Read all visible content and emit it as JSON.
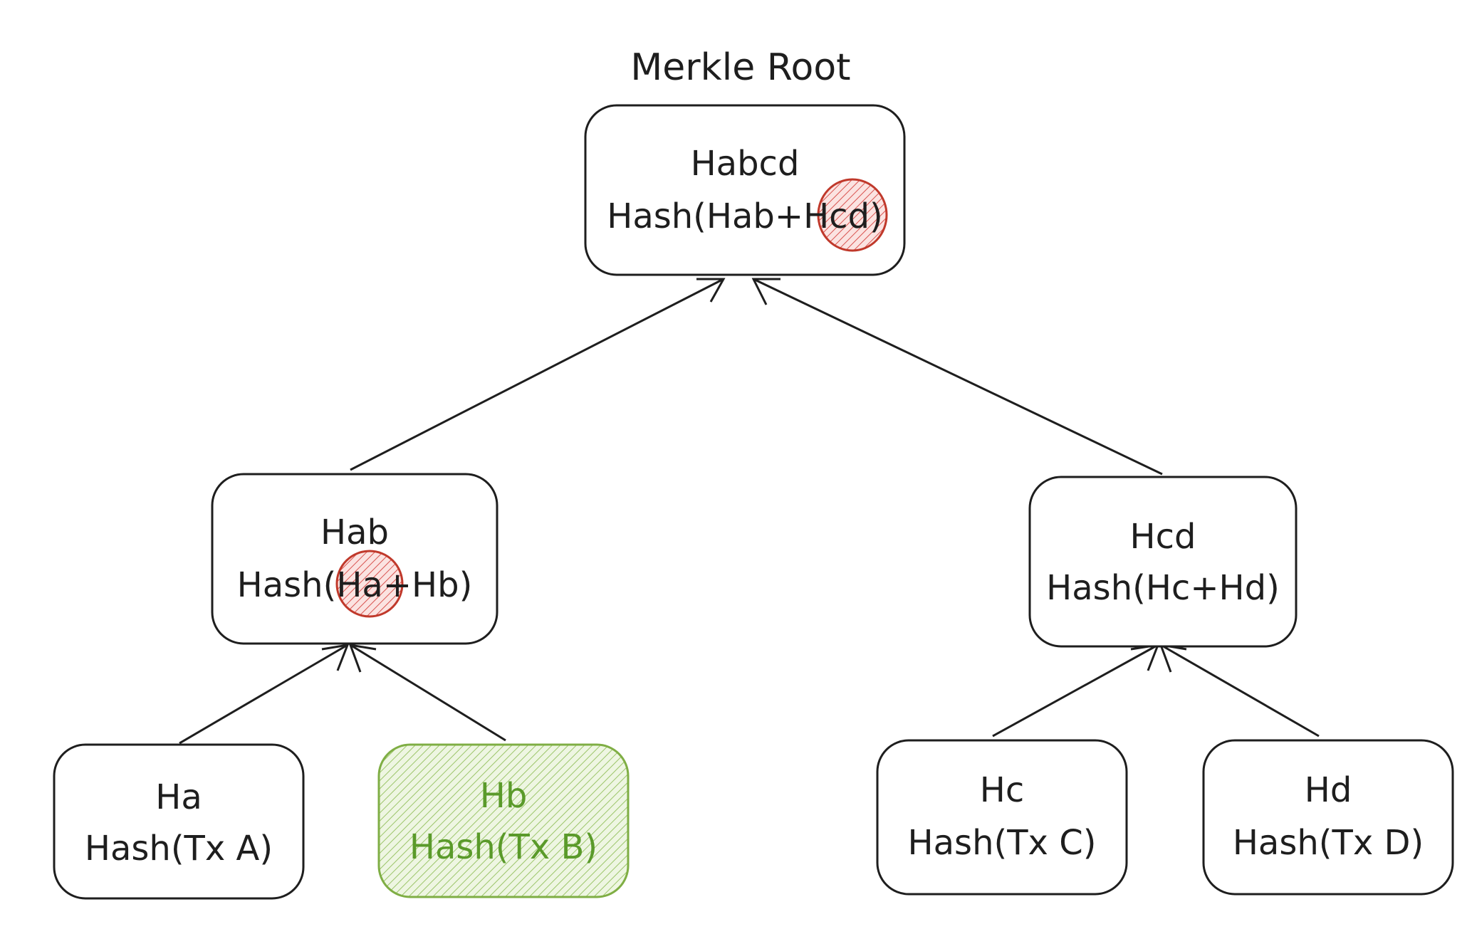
{
  "title": "Merkle Root",
  "nodes": {
    "root": {
      "name": "Habcd",
      "formula": "Hash(Hab+Hcd)"
    },
    "ab": {
      "name": "Hab",
      "formula": "Hash(Ha+Hb)"
    },
    "cd": {
      "name": "Hcd",
      "formula": "Hash(Hc+Hd)"
    },
    "a": {
      "name": "Ha",
      "formula": "Hash(Tx A)"
    },
    "b": {
      "name": "Hb",
      "formula": "Hash(Tx B)"
    },
    "c": {
      "name": "Hc",
      "formula": "Hash(Tx C)"
    },
    "d": {
      "name": "Hd",
      "formula": "Hash(Tx D)"
    }
  },
  "colors": {
    "stroke": "#1e1e1e",
    "highlight_red": "#c0392b",
    "highlight_green": "#7fae44",
    "green_text": "#5a9a2a"
  }
}
